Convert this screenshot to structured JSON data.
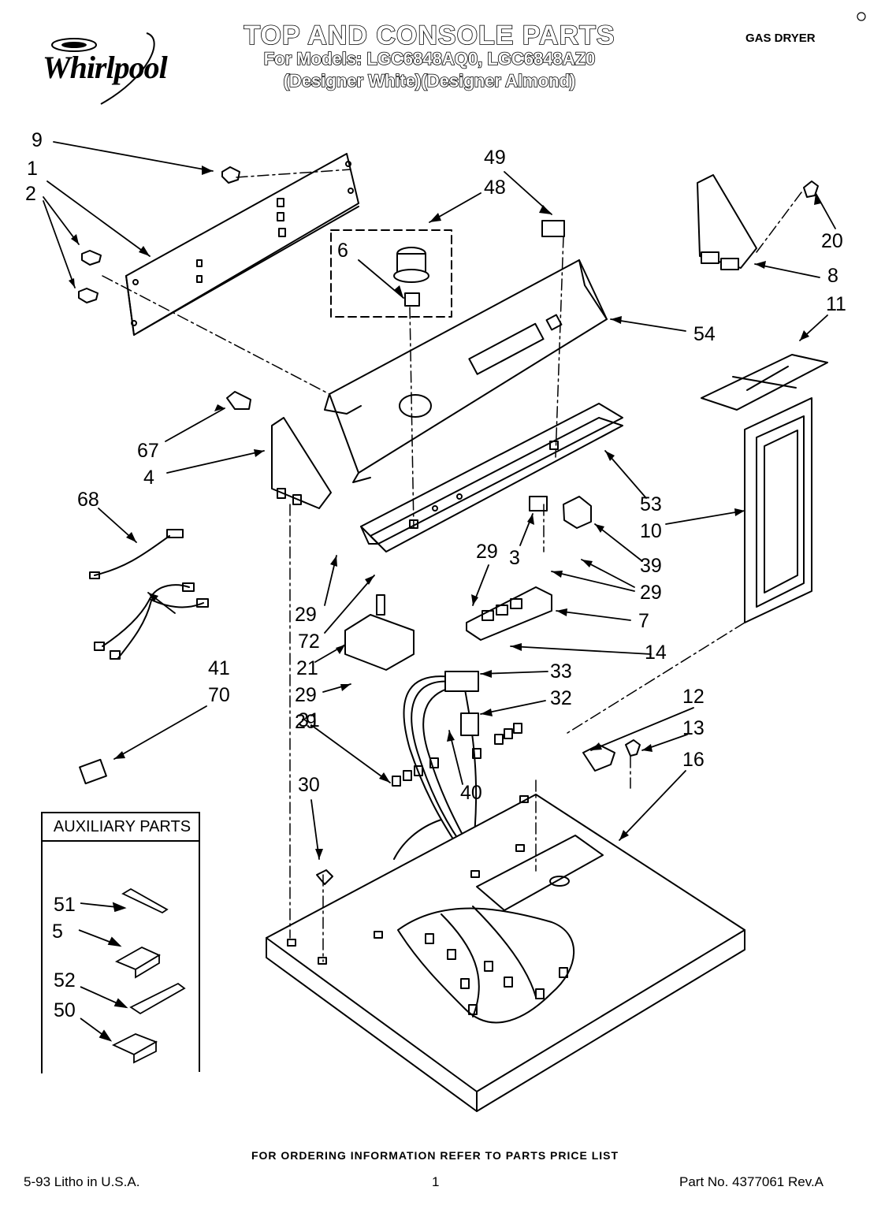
{
  "header": {
    "brand": "Whirlpool",
    "title": "TOP AND CONSOLE PARTS",
    "models_line": "For Models: LGC6848AQ0, LGC6848AZ0",
    "colors_line": "(Designer White)(Designer Almond)",
    "appliance_type": "GAS DRYER"
  },
  "auxiliary": {
    "heading": "AUXILIARY PARTS",
    "items": [
      "51",
      "5",
      "52",
      "50"
    ]
  },
  "callouts": [
    "9",
    "1",
    "2",
    "49",
    "48",
    "6",
    "20",
    "8",
    "11",
    "54",
    "67",
    "4",
    "68",
    "53",
    "10",
    "3",
    "39",
    "29",
    "29",
    "29",
    "29",
    "72",
    "7",
    "14",
    "41",
    "21",
    "33",
    "29",
    "70",
    "32",
    "12",
    "31",
    "13",
    "16",
    "30",
    "40"
  ],
  "footer": {
    "ordering_info": "FOR ORDERING INFORMATION REFER TO PARTS PRICE LIST",
    "litho": "5-93 Litho in U.S.A.",
    "page": "1",
    "part_number": "Part No. 4377061 Rev.A"
  }
}
